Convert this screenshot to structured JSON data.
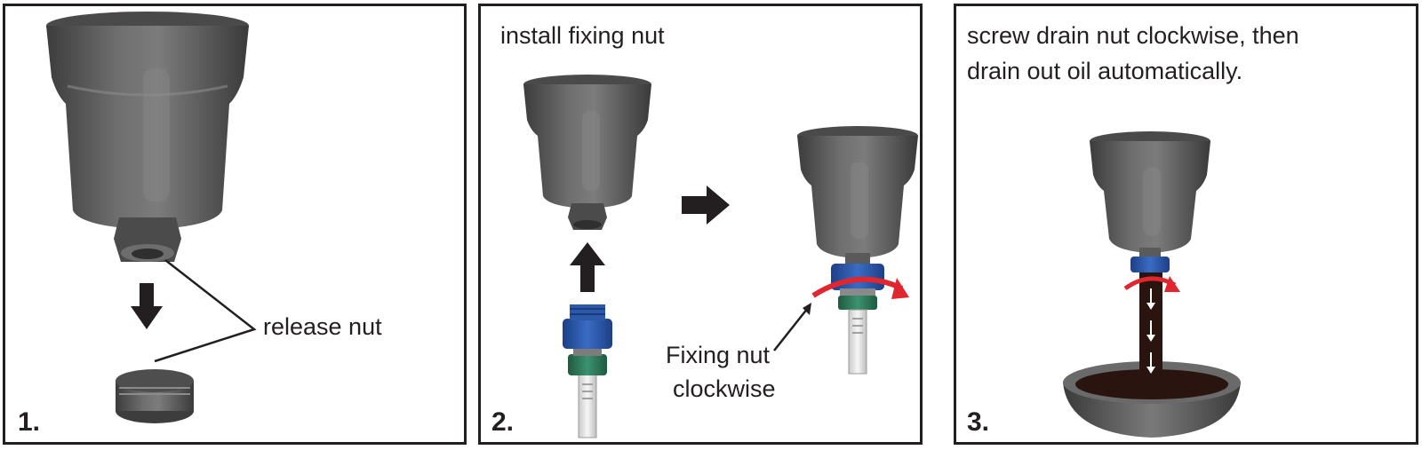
{
  "panels": [
    {
      "step": "1.",
      "label": "release nut"
    },
    {
      "step": "2.",
      "title": "install fixing nut",
      "label_line1": "Fixing nut",
      "label_line2": "clockwise"
    },
    {
      "step": "3.",
      "title_line1": "screw drain nut clockwise, then",
      "title_line2": "drain out oil automatically."
    }
  ],
  "colors": {
    "cup": "#5a5a5a",
    "cup_dark": "#3e3e3e",
    "blue_nut": "#2b58a8",
    "green_nut": "#2f7a5a",
    "red_arrow": "#e0262e",
    "oil": "#2a1410",
    "border": "#231f20"
  },
  "icons": [
    "down-arrow-icon",
    "up-arrow-icon",
    "right-arrow-icon",
    "rotate-clockwise-icon",
    "oil-flow-arrow-icon"
  ]
}
